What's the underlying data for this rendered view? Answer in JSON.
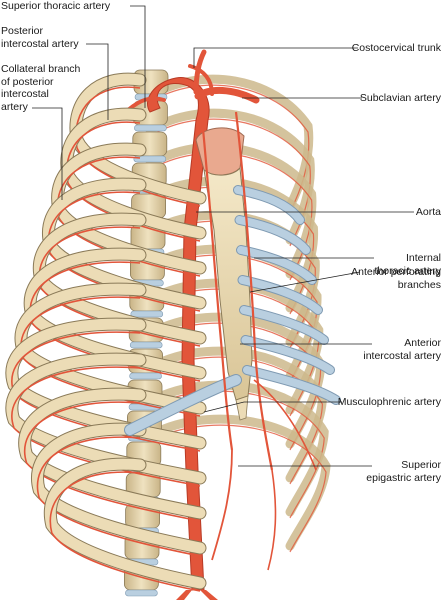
{
  "labels": {
    "superior_thoracic_artery": "Superior thoracic artery",
    "posterior_intercostal_artery": "Posterior\nintercostal artery",
    "collateral_branch": "Collateral branch\nof posterior\nintercostal\nartery",
    "costocervical_trunk": "Costocervical trunk",
    "subclavian_artery": "Subclavian artery",
    "aorta": "Aorta",
    "internal_thoracic_artery": "Internal\nthoracic artery",
    "anterior_perforating_branches": "Anterior perforating\nbranches",
    "anterior_intercostal_artery": "Anterior\nintercostal artery",
    "musculophrenic_artery": "Musculophrenic artery",
    "superior_epigastric_artery": "Superior\nepigastric artery"
  },
  "colors": {
    "bone": "#ecdcb6",
    "bone_shade": "#cdb98c",
    "bone_outline": "#8a7a58",
    "artery": "#e2553a",
    "artery_dark": "#b83a25",
    "cartilage": "#b9cfe0",
    "cartilage_outline": "#7f9ab2",
    "disc": "#b9cfe0",
    "leader": "#222222"
  }
}
